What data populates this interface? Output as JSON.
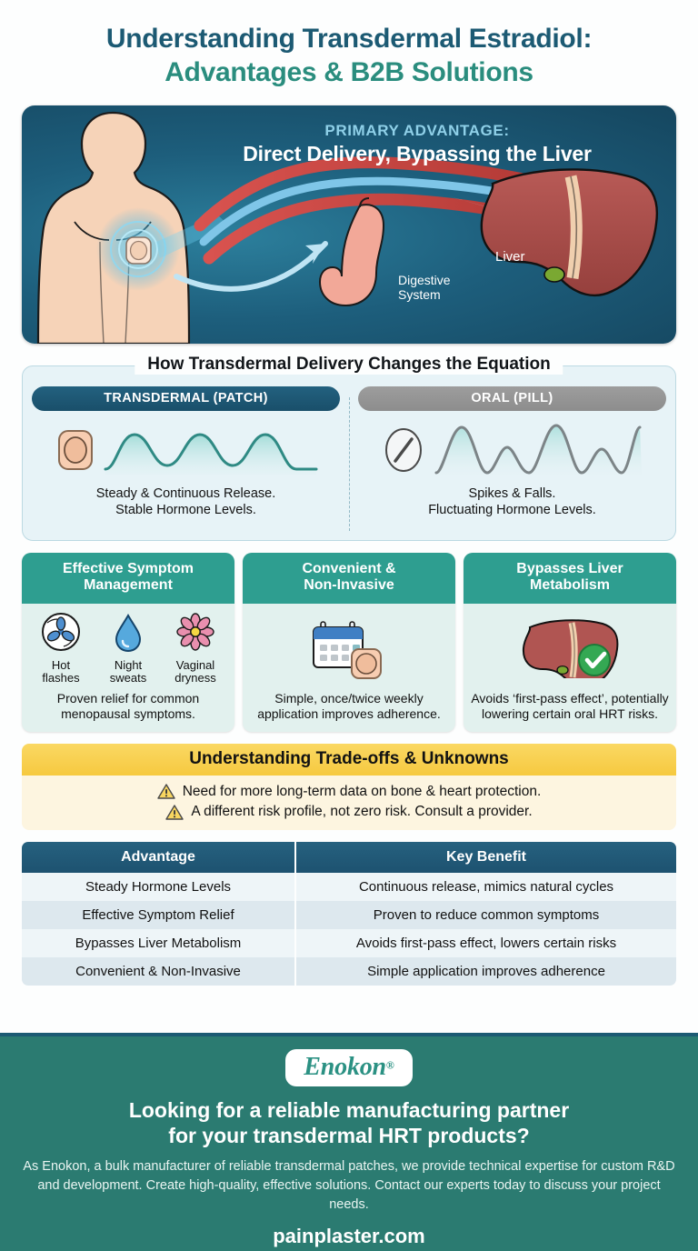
{
  "title": {
    "line1": "Understanding Transdermal Estradiol:",
    "line2": "Advantages & B2B Solutions",
    "color_line1": "#1c5a73",
    "color_line2": "#2a8d7e"
  },
  "hero": {
    "kicker": "PRIMARY ADVANTAGE:",
    "headline": "Direct Delivery, Bypassing the Liver",
    "label_liver": "Liver",
    "label_digestive_line1": "Digestive",
    "label_digestive_line2": "System",
    "bg_color": "#1d5e7c",
    "kicker_color": "#8fd0e8"
  },
  "compare": {
    "title": "How Transdermal Delivery Changes the Equation",
    "panel_bg": "#e7f3f7",
    "left": {
      "pill_label": "TRANSDERMAL (PATCH)",
      "pill_color": "#1d5270",
      "icon": "patch-icon",
      "wave": "smooth-sine",
      "wave_color": "#2f8a84",
      "caption_line1": "Steady & Continuous Release.",
      "caption_line2": "Stable Hormone Levels."
    },
    "right": {
      "pill_label": "ORAL (PILL)",
      "pill_color": "#8d8d8d",
      "icon": "pill-icon",
      "wave": "jagged-spikes",
      "wave_color": "#7c8487",
      "caption_line1": "Spikes & Falls.",
      "caption_line2": "Fluctuating Hormone Levels."
    }
  },
  "cards": {
    "header_color": "#2e9e90",
    "items": [
      {
        "title_line1": "Effective Symptom",
        "title_line2": "Management",
        "symptoms": [
          {
            "icon": "fan-icon",
            "label_line1": "Hot",
            "label_line2": "flashes"
          },
          {
            "icon": "water-drop-icon",
            "label_line1": "Night",
            "label_line2": "sweats"
          },
          {
            "icon": "flower-icon",
            "label_line1": "Vaginal",
            "label_line2": "dryness"
          }
        ],
        "caption": "Proven relief for common menopausal symptoms."
      },
      {
        "title_line1": "Convenient &",
        "title_line2": "Non-Invasive",
        "icon": "calendar-patch-icon",
        "caption": "Simple, once/twice weekly application improves adherence."
      },
      {
        "title_line1": "Bypasses Liver",
        "title_line2": "Metabolism",
        "icon": "liver-check-icon",
        "caption": "Avoids ‘first-pass effect’, potentially lowering certain oral HRT risks."
      }
    ]
  },
  "tradeoffs": {
    "title": "Understanding Trade-offs & Unknowns",
    "header_color": "#f6c93f",
    "body_color": "#fdf5e0",
    "items": [
      {
        "icon": "warning-triangle-icon",
        "text": "Need for more long-term data on bone & heart protection."
      },
      {
        "icon": "warning-triangle-icon",
        "text": "A different risk profile, not zero risk. Consult a provider."
      }
    ]
  },
  "table": {
    "header_color": "#1d5270",
    "columns": [
      "Advantage",
      "Key Benefit"
    ],
    "rows": [
      [
        "Steady Hormone Levels",
        "Continuous release, mimics natural cycles"
      ],
      [
        "Effective Symptom Relief",
        "Proven to reduce common symptoms"
      ],
      [
        "Bypasses Liver Metabolism",
        "Avoids first-pass effect, lowers certain risks"
      ],
      [
        "Convenient & Non-Invasive",
        "Simple application improves adherence"
      ]
    ]
  },
  "footer": {
    "bg_color": "#2b7b71",
    "logo_name": "Enokon",
    "logo_mark": "®",
    "headline_line1": "Looking for a reliable manufacturing partner",
    "headline_line2": "for your transdermal HRT products?",
    "body": "As Enokon, a bulk manufacturer of reliable transdermal patches, we provide technical expertise for custom R&D and development. Create high-quality, effective solutions. Contact our experts today to discuss your project needs.",
    "url": "painplaster.com"
  }
}
